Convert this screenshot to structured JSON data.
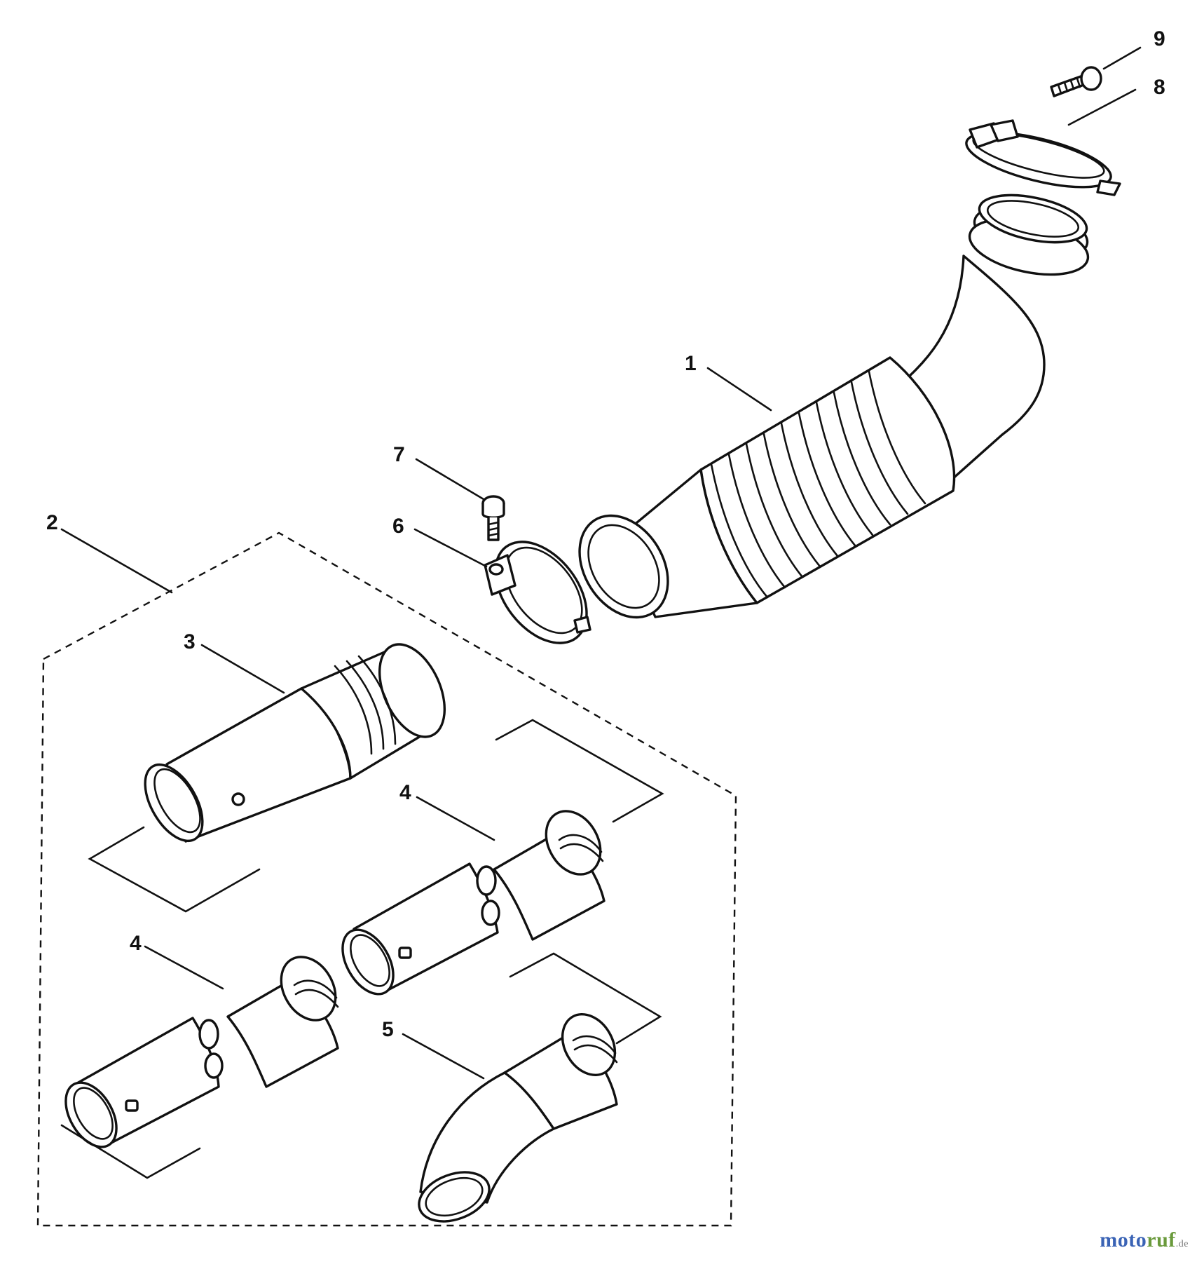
{
  "callouts": {
    "c1": "1",
    "c2": "2",
    "c3": "3",
    "c4a": "4",
    "c4b": "4",
    "c5": "5",
    "c6": "6",
    "c7": "7",
    "c8": "8",
    "c9": "9"
  },
  "watermark": {
    "part_a": "moto",
    "part_b": "ruf",
    "part_c": ".de"
  },
  "colors": {
    "line": "#111111",
    "watermark_blue": "#3a63b5",
    "watermark_green": "#6a9a3c"
  }
}
